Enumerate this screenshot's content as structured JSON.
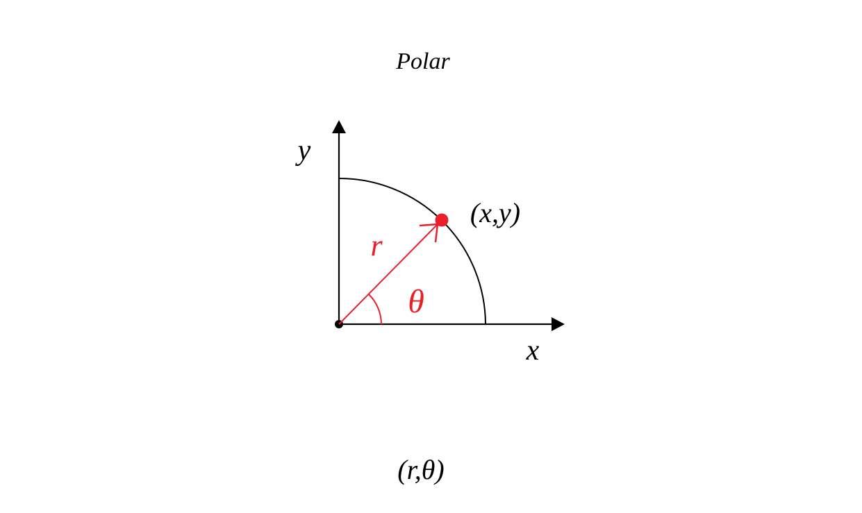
{
  "title": "Polar",
  "labels": {
    "x_axis": "x",
    "y_axis": "y",
    "point": "(x,y)",
    "radius": "r",
    "angle": "θ",
    "polar_coords": "(r,θ)"
  },
  "colors": {
    "axis": "#000000",
    "accent": "#e8202a",
    "background": "#ffffff"
  },
  "angle_degrees": 45
}
